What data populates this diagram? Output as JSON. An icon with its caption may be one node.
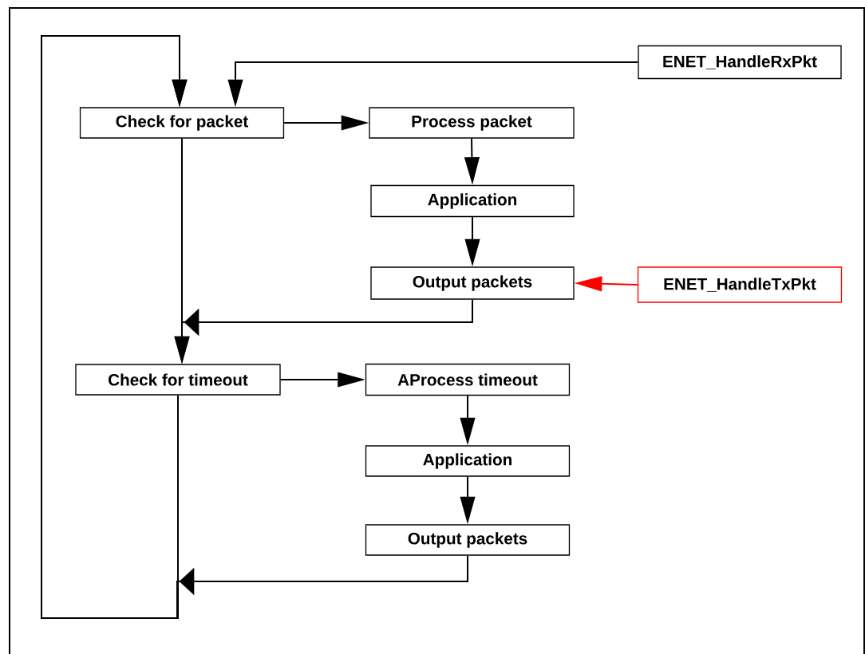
{
  "diagram": {
    "nodes": [
      {
        "text": [
          "Check for packet"
        ]
      },
      {
        "text": [
          "Process packet"
        ]
      },
      {
        "text": [
          "Application"
        ]
      },
      {
        "text": [
          "Output packets"
        ]
      },
      {
        "text": [
          "ENET_HandleRxPkt"
        ]
      },
      {
        "text": [
          "ENET_HandleTxPkt"
        ]
      },
      {
        "text": [
          "Check for timeout"
        ]
      },
      {
        "text": [
          "AProcess timeout"
        ]
      },
      {
        "text": [
          "Application"
        ]
      },
      {
        "text": [
          "Output packets"
        ]
      }
    ],
    "edges": [
      {
        "from": 4,
        "to": 0,
        "arrow": "to"
      },
      {
        "from": 0,
        "to": 1,
        "arrow": "to"
      },
      {
        "from": 1,
        "to": 2,
        "arrow": "to"
      },
      {
        "from": 2,
        "to": 3,
        "arrow": "to"
      },
      {
        "from": 5,
        "to": 3,
        "arrow": "to",
        "color": "#ff0000"
      },
      {
        "from": 0,
        "to": 6,
        "arrow": "to"
      },
      {
        "from": 3,
        "to": 6,
        "arrow": "to"
      },
      {
        "from": 6,
        "to": 7,
        "arrow": "to"
      },
      {
        "from": 7,
        "to": 8,
        "arrow": "to"
      },
      {
        "from": 8,
        "to": 9,
        "arrow": "to"
      },
      {
        "from": 6,
        "to": 0,
        "arrow": "to"
      },
      {
        "from": 9,
        "to": 0,
        "arrow": "to"
      }
    ]
  }
}
